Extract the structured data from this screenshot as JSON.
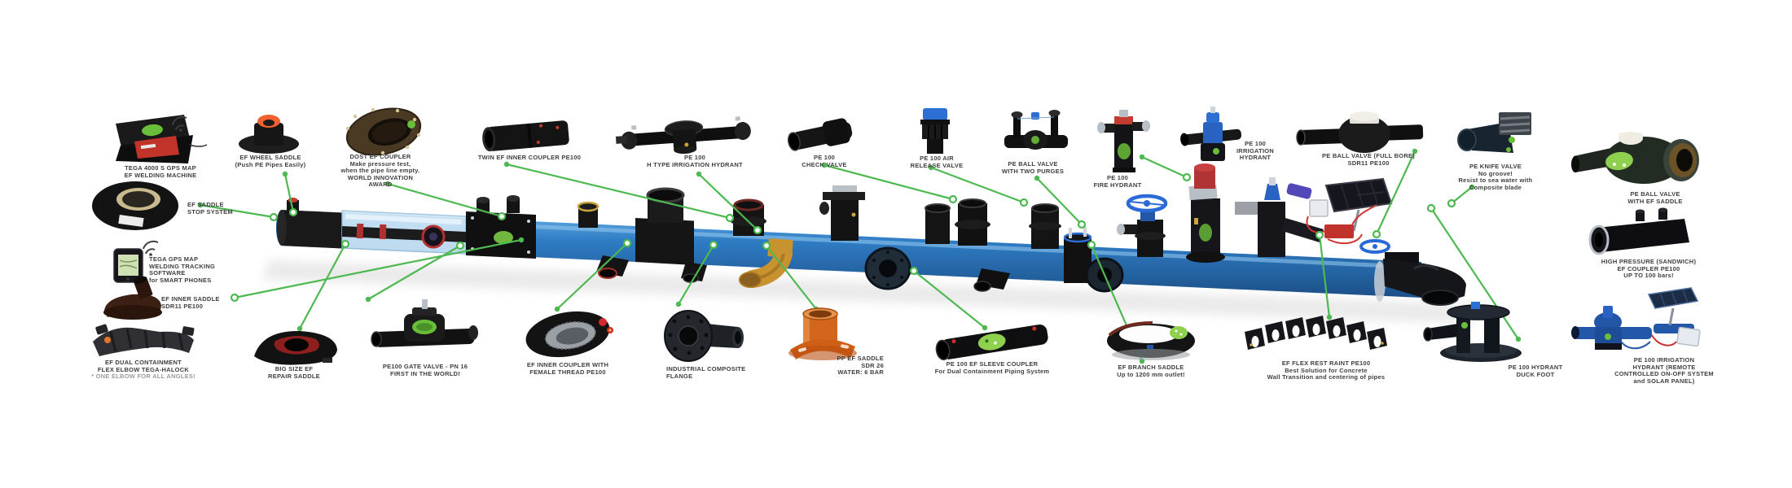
{
  "diagram": {
    "subject": "PE100 pipeline fittings product overview",
    "colors": {
      "background": "#ffffff",
      "connector_green": "#4db950",
      "label_text": "#3f3f3f",
      "note_text": "#9b9b9b",
      "pipe_blue": "#2e7ac2",
      "logo_green": "#6abf3a",
      "alert_red": "#c23b2e",
      "cap_blue": "#2e6fd6",
      "saddle_orange": "#d2661c",
      "brass_gold": "#c8922f"
    }
  },
  "products": [
    {
      "id": "tega-4000-welding-machine",
      "label": "TEGA 4000 S GPS MAP\nEF WELDING MACHINE"
    },
    {
      "id": "ef-wheel-saddle",
      "label": "EF WHEEL SADDLE\n(Push PE Pipes Easily)"
    },
    {
      "id": "dost-ef-coupler",
      "label": "DOST EF COUPLER\nMake pressure test,\nwhen the pipe line empty.\nWORLD INNOVATION\nAWARD"
    },
    {
      "id": "ef-saddle-stop-system",
      "label": "EF SADDLE\nSTOP SYSTEM"
    },
    {
      "id": "twin-ef-inner-coupler",
      "label": "TWIN EF INNER COUPLER PE100"
    },
    {
      "id": "h-type-irrigation-hydrant",
      "label": "PE 100\nH TYPE IRRIGATION HYDRANT"
    },
    {
      "id": "check-valve",
      "label": "PE 100\nCHECK VALVE"
    },
    {
      "id": "air-release-valve",
      "label": "PE 100 AIR\nRELEASE VALVE"
    },
    {
      "id": "ball-valve-two-purges",
      "label": "PE BALL VALVE\nWITH TWO PURGES"
    },
    {
      "id": "fire-hydrant",
      "label": "PE 100\nFIRE HYDRANT"
    },
    {
      "id": "irrigation-hydrant",
      "label": "PE 100\nIRRIGATION\nHYDRANT"
    },
    {
      "id": "ball-valve-full-bore",
      "label": "PE BALL VALVE (FULL BORE)\nSDR11 PE100"
    },
    {
      "id": "knife-valve",
      "label": "PE KNIFE VALVE\nNo groove!\nResist to sea water with\nComposite blade"
    },
    {
      "id": "ball-valve-ef-saddle",
      "label": "PE BALL VALVE\nWITH EF SADDLE"
    },
    {
      "id": "high-pressure-coupler",
      "label": "HIGH PRESSURE (SANDWICH)\nEF COUPLER PE100\nUP TO 100 bars!"
    },
    {
      "id": "tega-gps-software",
      "label": "TEGA GPS MAP\nWELDING TRACKING\nSOFTWARE\nfor SMART PHONES"
    },
    {
      "id": "ef-inner-saddle",
      "label": "EF INNER SADDLE\nSDR11 PE100"
    },
    {
      "id": "dual-containment-elbow",
      "label": "EF DUAL CONTAINMENT\nFLEX ELBOW TEGA-HALOCK",
      "note": "* ONE ELBOW FOR ALL ANGLES!"
    },
    {
      "id": "big-size-repair-saddle",
      "label": "BIG SIZE EF\nREPAIR SADDLE"
    },
    {
      "id": "gate-valve",
      "label": "PE100 GATE VALVE - PN 16\nFIRST IN THE WORLD!"
    },
    {
      "id": "inner-coupler-female-thread",
      "label": "EF INNER COUPLER WITH\nFEMALE THREAD PE100"
    },
    {
      "id": "industrial-composite-flange",
      "label": "INDUSTRIAL COMPOSITE\nFLANGE"
    },
    {
      "id": "pp-ef-saddle",
      "label": "PP EF SADDLE\nSDR 26\nWATER: 6 BAR"
    },
    {
      "id": "ef-sleeve-coupler",
      "label": "PE 100 EF SLEEVE COUPLER\nFor Dual Containment Piping System"
    },
    {
      "id": "ef-branch-saddle",
      "label": "EF BRANCH SADDLE\nUp to 1200 mm outlet!"
    },
    {
      "id": "ef-flex-restraint",
      "label": "EF FLEX REST RAINT PE100\nBest Solution for Concrete\nWall Transition and centering of pipes"
    },
    {
      "id": "hydrant-duck-foot",
      "label": "PE 100 HYDRANT\nDUCK FOOT"
    },
    {
      "id": "remote-irrigation-hydrant",
      "label": "PE 100 IRRIGATION\nHYDRANT (REMOTE\nCONTROLLED ON-OFF SYSTEM\nand SOLAR PANEL)"
    }
  ]
}
